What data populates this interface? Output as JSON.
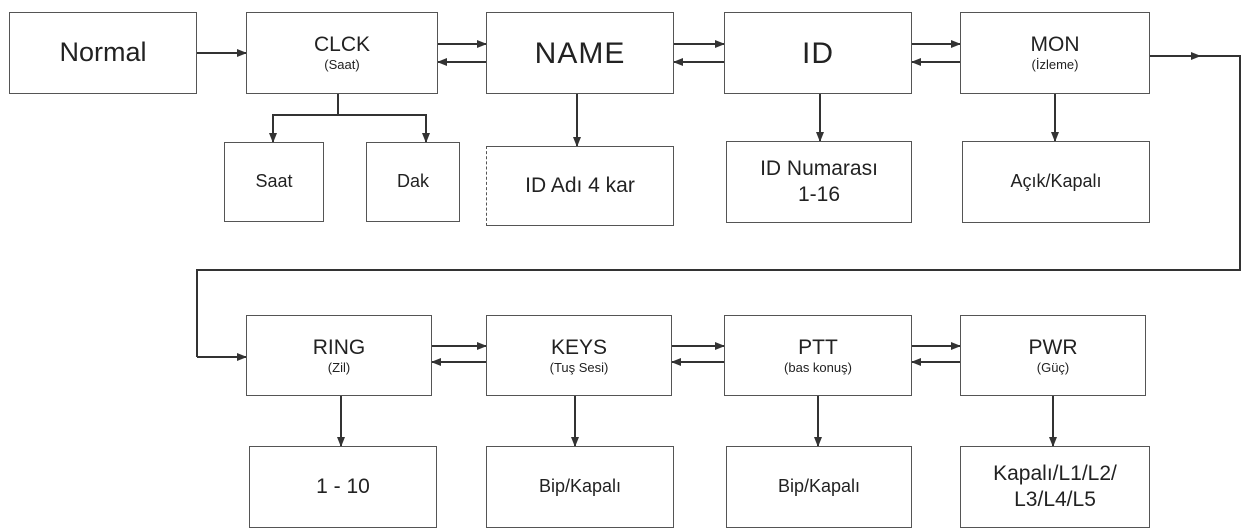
{
  "menu": {
    "normal": "Normal",
    "clck": {
      "label": "CLCK",
      "sub": "(Saat)"
    },
    "name": {
      "label": "NAME"
    },
    "id": {
      "label": "ID"
    },
    "mon": {
      "label": "MON",
      "sub": "(İzleme)"
    },
    "ring": {
      "label": "RING",
      "sub": "(Zil)"
    },
    "keys": {
      "label": "KEYS",
      "sub": "(Tuş Sesi)"
    },
    "ptt": {
      "label": "PTT",
      "sub": "(bas konuş)"
    },
    "pwr": {
      "label": "PWR",
      "sub": "(Güç)"
    }
  },
  "options": {
    "clck_hour": "Saat",
    "clck_minute": "Dak",
    "name": "ID Adı 4 kar",
    "id_line1": "ID Numarası",
    "id_line2": "1-16",
    "mon": "Açık/Kapalı",
    "ring": "1 - 10",
    "keys": "Bip/Kapalı",
    "ptt": "Bip/Kapalı",
    "pwr_line1": "Kapalı/L1/L2/",
    "pwr_line2": "L3/L4/L5"
  },
  "colors": {
    "line": "#333333",
    "border": "#555555"
  }
}
